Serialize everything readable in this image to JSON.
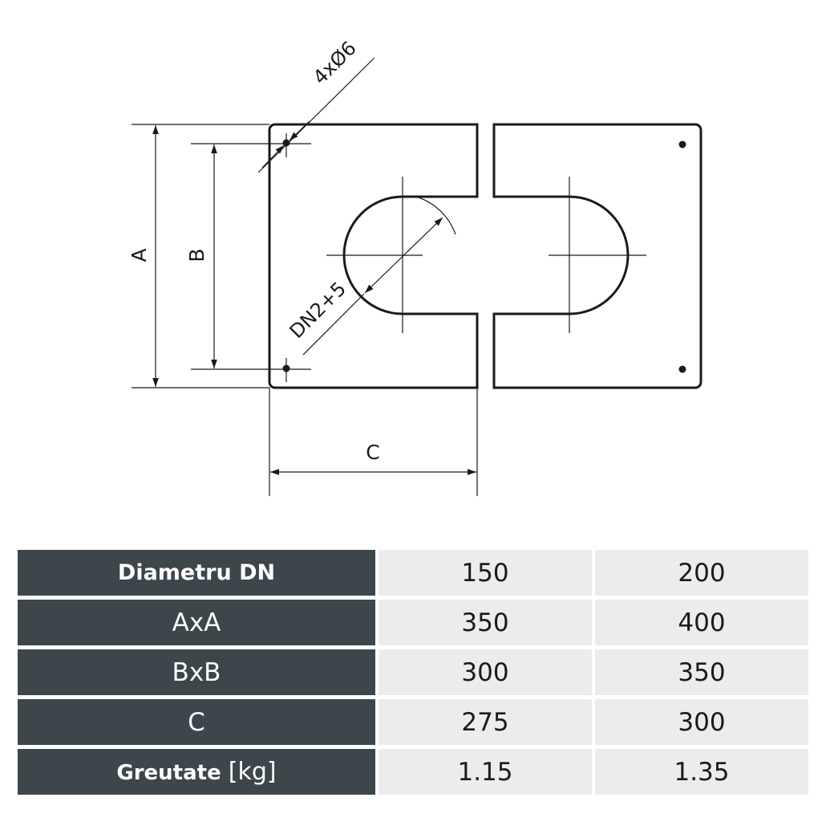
{
  "drawing": {
    "labels": {
      "a": "A",
      "b": "B",
      "c": "C",
      "holes": "4xØ6",
      "opening": "DN2+5"
    }
  },
  "table": {
    "rows": [
      {
        "label": "Diametru DN",
        "v1": "150",
        "v2": "200"
      },
      {
        "label": "AxA",
        "v1": "350",
        "v2": "400"
      },
      {
        "label": "BxB",
        "v1": "300",
        "v2": "350"
      },
      {
        "label": "C",
        "v1": "275",
        "v2": "300"
      },
      {
        "label": "Greutate",
        "unit": "[kg]",
        "v1": "1.15",
        "v2": "1.35"
      }
    ]
  },
  "colors": {
    "header_bg": "#3c464b",
    "value_bg": "#ececec",
    "line": "#1a1a1a"
  }
}
